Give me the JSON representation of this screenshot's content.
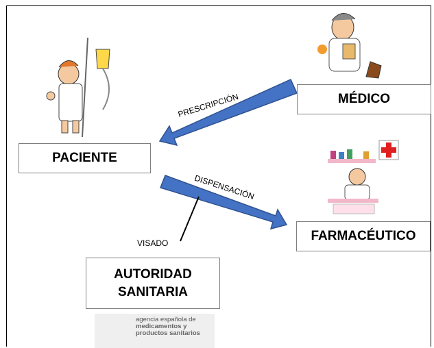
{
  "nodes": {
    "medico": "MÉDICO",
    "paciente": "PACIENTE",
    "farmaceutico": "FARMACÉUTICO",
    "autoridad_line1": "AUTORIDAD",
    "autoridad_line2": "SANITARIA"
  },
  "edges": {
    "prescripcion": "PRESCRIPCIÓN",
    "dispensacion": "DISPENSACIÓN",
    "visado": "VISADO"
  },
  "logo": {
    "line1": "agencia española de",
    "line2": "medicamentos y",
    "line3": "productos sanitarios",
    "brand_color": "#c8102e"
  },
  "colors": {
    "arrow_fill": "#4472c4",
    "arrow_stroke": "#2f528f"
  }
}
